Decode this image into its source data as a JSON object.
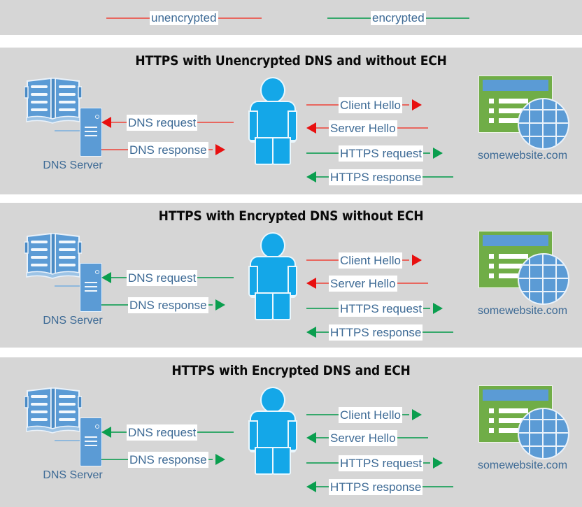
{
  "legend": {
    "items": [
      {
        "label": "unencrypted",
        "color": "#e8675f",
        "name": "legend-unencrypted"
      },
      {
        "label": "encrypted",
        "color": "#35a86b",
        "name": "legend-encrypted"
      }
    ]
  },
  "colors": {
    "unencrypted_line": "#e8675f",
    "unencrypted_head": "#e81010",
    "encrypted_line": "#35a86b",
    "encrypted_head": "#0a9e4e",
    "panel_background": "#d6d6d6",
    "label_text": "#3d6a95",
    "title_text": "#0a0a0a",
    "person": "#14a7e8",
    "server": "#5b9bd5",
    "website": "#70ad47"
  },
  "nodes": {
    "dns_server": "DNS Server",
    "website": "somewebsite.com"
  },
  "panels": [
    {
      "id": "panel-1",
      "title": "HTTPS with Unencrypted DNS and without ECH",
      "left_flows": [
        {
          "label": "DNS request",
          "direction": "left",
          "encrypted": false
        },
        {
          "label": "DNS response",
          "direction": "right",
          "encrypted": false
        }
      ],
      "right_flows": [
        {
          "label": "Client Hello",
          "direction": "right",
          "encrypted": false
        },
        {
          "label": "Server Hello",
          "direction": "left",
          "encrypted": false
        },
        {
          "label": "HTTPS request",
          "direction": "right",
          "encrypted": true
        },
        {
          "label": "HTTPS response",
          "direction": "left",
          "encrypted": true
        }
      ]
    },
    {
      "id": "panel-2",
      "title": "HTTPS with Encrypted DNS without ECH",
      "left_flows": [
        {
          "label": "DNS request",
          "direction": "left",
          "encrypted": true
        },
        {
          "label": "DNS response",
          "direction": "right",
          "encrypted": true
        }
      ],
      "right_flows": [
        {
          "label": "Client Hello",
          "direction": "right",
          "encrypted": false
        },
        {
          "label": "Server Hello",
          "direction": "left",
          "encrypted": false
        },
        {
          "label": "HTTPS request",
          "direction": "right",
          "encrypted": true
        },
        {
          "label": "HTTPS response",
          "direction": "left",
          "encrypted": true
        }
      ]
    },
    {
      "id": "panel-3",
      "title": "HTTPS with Encrypted DNS and ECH",
      "left_flows": [
        {
          "label": "DNS request",
          "direction": "left",
          "encrypted": true
        },
        {
          "label": "DNS response",
          "direction": "right",
          "encrypted": true
        }
      ],
      "right_flows": [
        {
          "label": "Client Hello",
          "direction": "right",
          "encrypted": true
        },
        {
          "label": "Server Hello",
          "direction": "left",
          "encrypted": true
        },
        {
          "label": "HTTPS request",
          "direction": "right",
          "encrypted": true
        },
        {
          "label": "HTTPS response",
          "direction": "left",
          "encrypted": true
        }
      ]
    }
  ]
}
